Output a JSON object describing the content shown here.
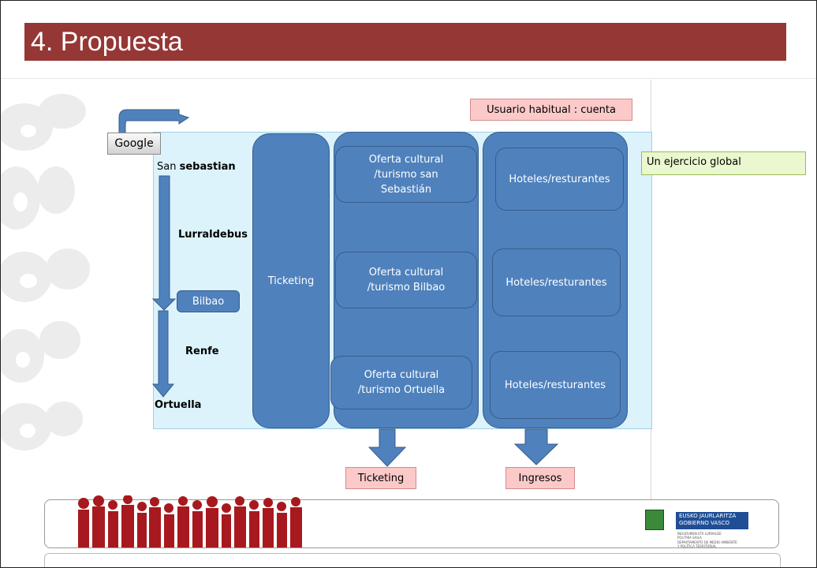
{
  "slide": {
    "title": "4. Propuesta",
    "title_bg": "#953735"
  },
  "diagram": {
    "google_label": "Google",
    "route": {
      "start_prefix": "San ",
      "start_city": "sebastian",
      "bus": "Lurraldebus",
      "bilbao": "Bilbao",
      "train": "Renfe",
      "end": "Ortuella"
    },
    "ticketing_column": "Ticketing",
    "cultural_offers": [
      "Oferta cultural\n/turismo  san\nSebastián",
      "Oferta cultural\n/turismo Bilbao",
      "Oferta cultural\n/turismo  Ortuella"
    ],
    "hotels": [
      "Hoteles/resturantes",
      "Hoteles/resturantes",
      "Hoteles/resturantes"
    ],
    "usuario_box": "Usuario habitual : cuenta",
    "note_box": "Un ejercicio global",
    "bottom_ticketing": "Ticketing",
    "bottom_ingresos": "Ingresos",
    "box_color": "#4f81bd",
    "pink_color": "#fcc9c9"
  },
  "footer": {
    "logo_line1": "EUSKO JAURLARITZA",
    "logo_line2": "GOBIERNO VASCO",
    "logo_dept1": "INGURUMEN ETA LURRALDE",
    "logo_dept2": "POLITIKA SAILA",
    "logo_dept3": "DEPARTAMENTO DE MEDIO AMBIENTE",
    "logo_dept4": "Y POLÍTICA TERRITORIAL"
  }
}
